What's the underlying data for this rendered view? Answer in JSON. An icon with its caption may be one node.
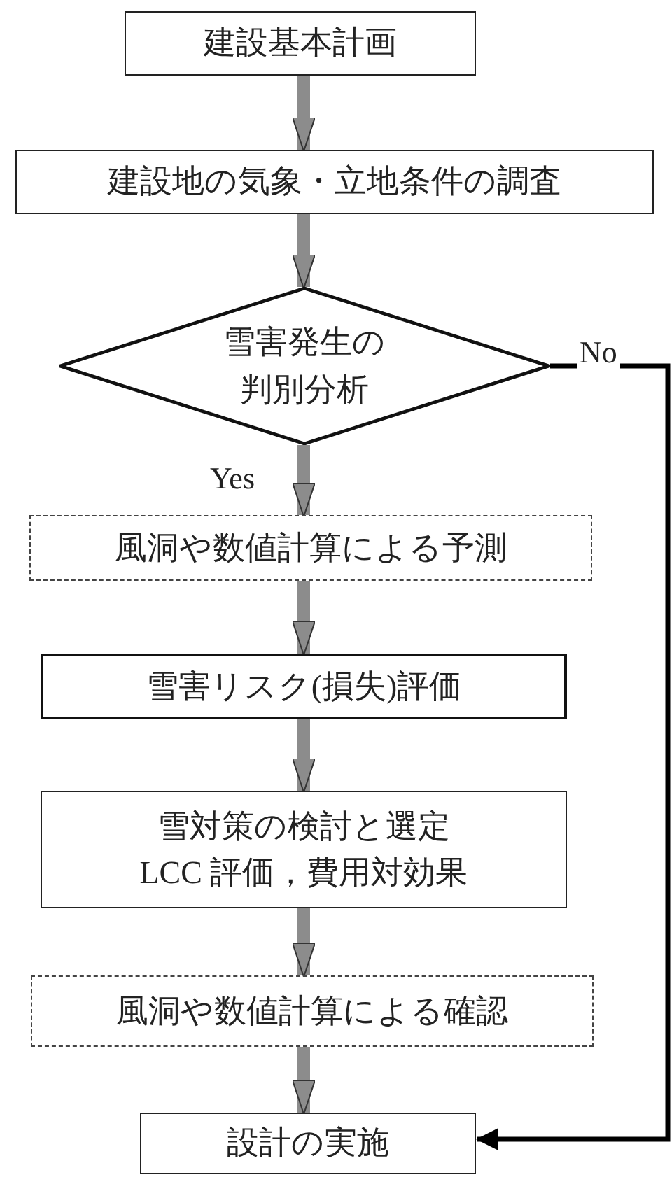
{
  "diagram": {
    "nodes": [
      {
        "text": [
          "建設基本計画"
        ]
      },
      {
        "text": [
          "建設地の気象・立地条件の調査"
        ]
      },
      {
        "text": [
          "雪害発生の判別分析"
        ]
      },
      {
        "text": [
          "風洞や数値計算による予測"
        ]
      },
      {
        "text": [
          "雪害リスク(損失)評価"
        ]
      },
      {
        "text": [
          "雪対策の検討と選定LCC 評価，費用対効果"
        ]
      },
      {
        "text": [
          "風洞や数値計算による確認"
        ]
      },
      {
        "text": [
          "設計の実施"
        ]
      }
    ],
    "edges": [
      {
        "from": 0,
        "to": 1,
        "arrow": "to"
      },
      {
        "from": 1,
        "to": 2,
        "arrow": "to"
      },
      {
        "from": 2,
        "to": 3,
        "arrow": "to",
        "label": "Yes"
      },
      {
        "from": 3,
        "to": 4,
        "arrow": "to"
      },
      {
        "from": 4,
        "to": 5,
        "arrow": "to"
      },
      {
        "from": 5,
        "to": 6,
        "arrow": "to"
      },
      {
        "from": 6,
        "to": 7,
        "arrow": "to"
      },
      {
        "from": 2,
        "to": 7,
        "arrow": "to",
        "label": "No",
        "color": "#000000"
      }
    ]
  }
}
